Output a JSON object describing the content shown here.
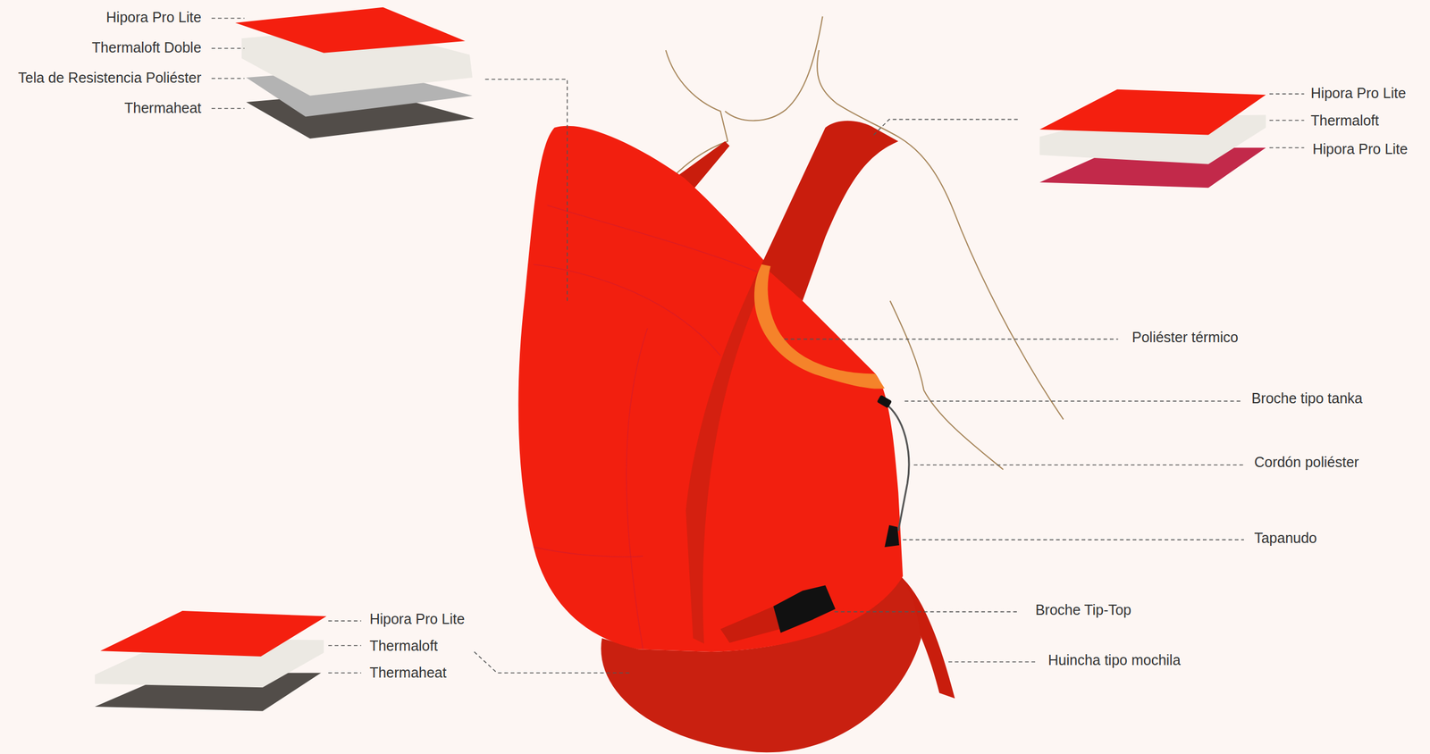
{
  "diagram": {
    "labels": [
      "Hipora Pro Lite",
      "Thermaloft Doble",
      "Tela de Resistencia Poliéster",
      "Thermaheat",
      "Hipora Pro Lite",
      "Thermaloft",
      "Hipora Pro Lite",
      "Poliéster térmico",
      "Broche tipo tanka",
      "Cordón poliéster",
      "Tapanudo",
      "Broche Tip-Top",
      "Huincha tipo mochila",
      "Hipora Pro Lite",
      "Thermaloft",
      "Thermaheat"
    ]
  }
}
